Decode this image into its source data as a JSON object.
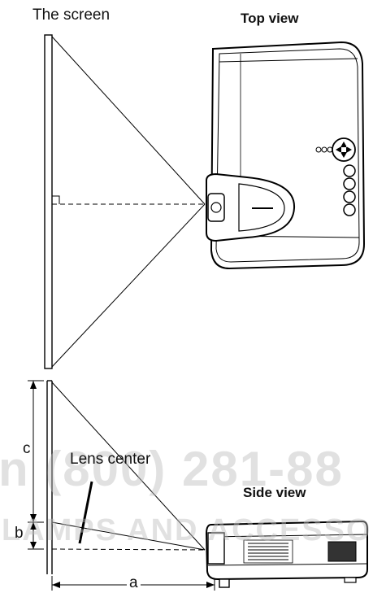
{
  "labels": {
    "screen": "The screen",
    "top_view": "Top view",
    "side_view": "Side view",
    "lens_center": "Lens center",
    "dim_a": "a",
    "dim_b": "b",
    "dim_c": "c"
  },
  "watermark": {
    "line1": "n (800) 281-88",
    "line2": "LAMPS AND ACCESSORIES"
  }
}
